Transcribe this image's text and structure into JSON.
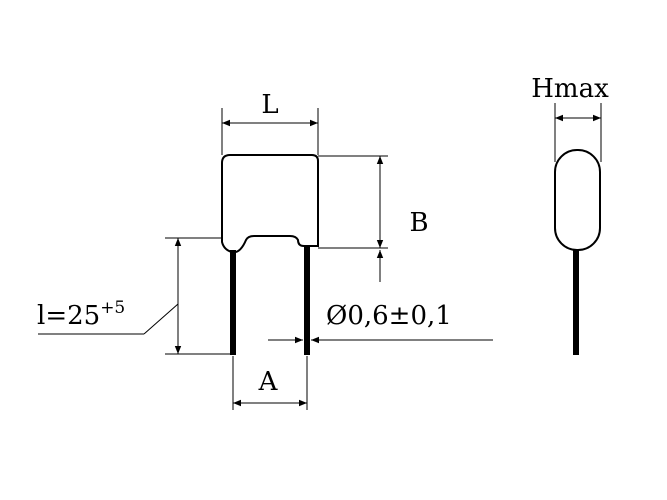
{
  "diagram": {
    "labels": {
      "length": "L",
      "height": "B",
      "thickness": "Hmax",
      "pitch": "A",
      "lead_length_base": "l=25",
      "lead_length_tol": "+5",
      "lead_diameter_symbol": "Ø",
      "lead_diameter": "0,6±0,1"
    }
  }
}
